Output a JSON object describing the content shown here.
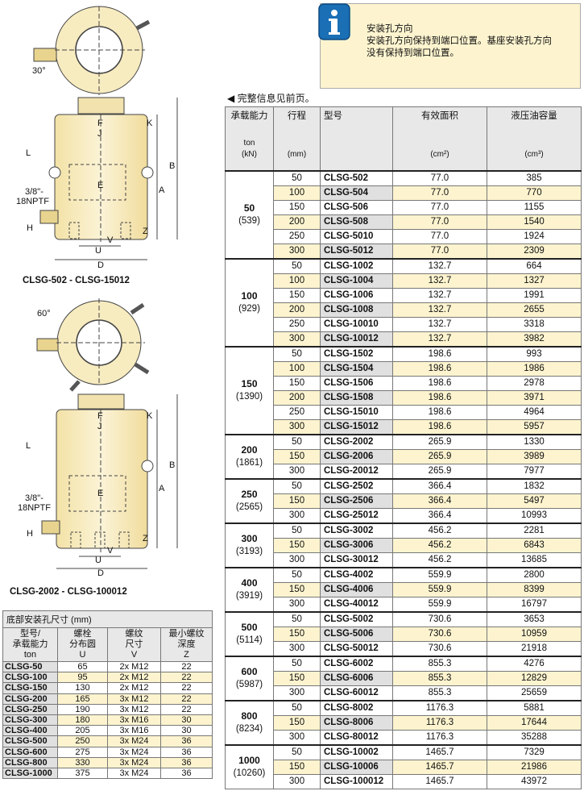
{
  "info": {
    "title": "安装孔方向",
    "line1": "安装孔方向保持到端口位置。基座安装孔方向",
    "line2": "没有保持到端口位置。"
  },
  "note": "◀ 完整信息见前页。",
  "drawings": {
    "top": {
      "angle": "30°",
      "port": "3/8\"-",
      "port2": "18NPTF",
      "caption": "CLSG-502 - CLSG-15012"
    },
    "bottom": {
      "angle": "60°",
      "port": "3/8\"-",
      "port2": "18NPTF",
      "caption": "CLSG-2002 - CLSG-100012"
    },
    "dims": {
      "F": "F",
      "J": "J",
      "K": "K",
      "L": "L",
      "B": "B",
      "A": "A",
      "E": "E",
      "H": "H",
      "Z": "Z",
      "V": "V",
      "U": "U",
      "D": "D"
    }
  },
  "main_table": {
    "headers": {
      "capacity": "承载能力",
      "capacity_unit1": "ton",
      "capacity_unit2": "(kN)",
      "stroke": "行程",
      "stroke_unit": "(mm)",
      "model": "型号",
      "area": "有效面积",
      "area_unit": "(cm²)",
      "oil": "液压油容量",
      "oil_unit": "(cm³)"
    },
    "groups": [
      {
        "ton": "50",
        "kn": "(539)",
        "rows": [
          {
            "stroke": "50",
            "model": "CLSG-502",
            "area": "77.0",
            "oil": "385"
          },
          {
            "stroke": "100",
            "model": "CLSG-504",
            "area": "77.0",
            "oil": "770"
          },
          {
            "stroke": "150",
            "model": "CLSG-506",
            "area": "77.0",
            "oil": "1155"
          },
          {
            "stroke": "200",
            "model": "CLSG-508",
            "area": "77.0",
            "oil": "1540"
          },
          {
            "stroke": "250",
            "model": "CLSG-5010",
            "area": "77.0",
            "oil": "1924"
          },
          {
            "stroke": "300",
            "model": "CLSG-5012",
            "area": "77.0",
            "oil": "2309"
          }
        ]
      },
      {
        "ton": "100",
        "kn": "(929)",
        "rows": [
          {
            "stroke": "50",
            "model": "CLSG-1002",
            "area": "132.7",
            "oil": "664"
          },
          {
            "stroke": "100",
            "model": "CLSG-1004",
            "area": "132.7",
            "oil": "1327"
          },
          {
            "stroke": "150",
            "model": "CLSG-1006",
            "area": "132.7",
            "oil": "1991"
          },
          {
            "stroke": "200",
            "model": "CLSG-1008",
            "area": "132.7",
            "oil": "2655"
          },
          {
            "stroke": "250",
            "model": "CLSG-10010",
            "area": "132.7",
            "oil": "3318"
          },
          {
            "stroke": "300",
            "model": "CLSG-10012",
            "area": "132.7",
            "oil": "3982"
          }
        ]
      },
      {
        "ton": "150",
        "kn": "(1390)",
        "rows": [
          {
            "stroke": "50",
            "model": "CLSG-1502",
            "area": "198.6",
            "oil": "993"
          },
          {
            "stroke": "100",
            "model": "CLSG-1504",
            "area": "198.6",
            "oil": "1986"
          },
          {
            "stroke": "150",
            "model": "CLSG-1506",
            "area": "198.6",
            "oil": "2978"
          },
          {
            "stroke": "200",
            "model": "CLSG-1508",
            "area": "198.6",
            "oil": "3971"
          },
          {
            "stroke": "250",
            "model": "CLSG-15010",
            "area": "198.6",
            "oil": "4964"
          },
          {
            "stroke": "300",
            "model": "CLSG-15012",
            "area": "198.6",
            "oil": "5957"
          }
        ]
      },
      {
        "ton": "200",
        "kn": "(1861)",
        "rows": [
          {
            "stroke": "50",
            "model": "CLSG-2002",
            "area": "265.9",
            "oil": "1330"
          },
          {
            "stroke": "150",
            "model": "CLSG-2006",
            "area": "265.9",
            "oil": "3989"
          },
          {
            "stroke": "300",
            "model": "CLSG-20012",
            "area": "265.9",
            "oil": "7977"
          }
        ]
      },
      {
        "ton": "250",
        "kn": "(2565)",
        "rows": [
          {
            "stroke": "50",
            "model": "CLSG-2502",
            "area": "366.4",
            "oil": "1832"
          },
          {
            "stroke": "150",
            "model": "CLSG-2506",
            "area": "366.4",
            "oil": "5497"
          },
          {
            "stroke": "300",
            "model": "CLSG-25012",
            "area": "366.4",
            "oil": "10993"
          }
        ]
      },
      {
        "ton": "300",
        "kn": "(3193)",
        "rows": [
          {
            "stroke": "50",
            "model": "CLSG-3002",
            "area": "456.2",
            "oil": "2281"
          },
          {
            "stroke": "150",
            "model": "CLSG-3006",
            "area": "456.2",
            "oil": "6843"
          },
          {
            "stroke": "300",
            "model": "CLSG-30012",
            "area": "456.2",
            "oil": "13685"
          }
        ]
      },
      {
        "ton": "400",
        "kn": "(3919)",
        "rows": [
          {
            "stroke": "50",
            "model": "CLSG-4002",
            "area": "559.9",
            "oil": "2800"
          },
          {
            "stroke": "150",
            "model": "CLSG-4006",
            "area": "559.9",
            "oil": "8399"
          },
          {
            "stroke": "300",
            "model": "CLSG-40012",
            "area": "559.9",
            "oil": "16797"
          }
        ]
      },
      {
        "ton": "500",
        "kn": "(5114)",
        "rows": [
          {
            "stroke": "50",
            "model": "CLSG-5002",
            "area": "730.6",
            "oil": "3653"
          },
          {
            "stroke": "150",
            "model": "CLSG-5006",
            "area": "730.6",
            "oil": "10959"
          },
          {
            "stroke": "300",
            "model": "CLSG-50012",
            "area": "730.6",
            "oil": "21918"
          }
        ]
      },
      {
        "ton": "600",
        "kn": "(5987)",
        "rows": [
          {
            "stroke": "50",
            "model": "CLSG-6002",
            "area": "855.3",
            "oil": "4276"
          },
          {
            "stroke": "150",
            "model": "CLSG-6006",
            "area": "855.3",
            "oil": "12829"
          },
          {
            "stroke": "300",
            "model": "CLSG-60012",
            "area": "855.3",
            "oil": "25659"
          }
        ]
      },
      {
        "ton": "800",
        "kn": "(8234)",
        "rows": [
          {
            "stroke": "50",
            "model": "CLSG-8002",
            "area": "1176.3",
            "oil": "5881"
          },
          {
            "stroke": "150",
            "model": "CLSG-8006",
            "area": "1176.3",
            "oil": "17644"
          },
          {
            "stroke": "300",
            "model": "CLSG-80012",
            "area": "1176.3",
            "oil": "35288"
          }
        ]
      },
      {
        "ton": "1000",
        "kn": "(10260)",
        "rows": [
          {
            "stroke": "50",
            "model": "CLSG-10002",
            "area": "1465.7",
            "oil": "7329"
          },
          {
            "stroke": "150",
            "model": "CLSG-10006",
            "area": "1465.7",
            "oil": "21986"
          },
          {
            "stroke": "300",
            "model": "CLSG-100012",
            "area": "1465.7",
            "oil": "43972"
          }
        ]
      }
    ]
  },
  "base_table": {
    "title": "底部安装孔尺寸 (mm)",
    "headers": [
      {
        "l1": "型号/",
        "l2": "承载能力",
        "l3": "ton"
      },
      {
        "l1": "螺栓",
        "l2": "分布圆",
        "l3": "U"
      },
      {
        "l1": "螺纹",
        "l2": "尺寸",
        "l3": "V"
      },
      {
        "l1": "最小螺纹",
        "l2": "深度",
        "l3": "Z"
      }
    ],
    "rows": [
      {
        "model": "CLSG-50",
        "u": "65",
        "v": "2x M12",
        "z": "22"
      },
      {
        "model": "CLSG-100",
        "u": "95",
        "v": "2x M12",
        "z": "22"
      },
      {
        "model": "CLSG-150",
        "u": "130",
        "v": "2x M12",
        "z": "22"
      },
      {
        "model": "CLSG-200",
        "u": "165",
        "v": "3x M12",
        "z": "22"
      },
      {
        "model": "CLSG-250",
        "u": "190",
        "v": "3x M12",
        "z": "22"
      },
      {
        "model": "CLSG-300",
        "u": "180",
        "v": "3x M16",
        "z": "30"
      },
      {
        "model": "CLSG-400",
        "u": "205",
        "v": "3x M16",
        "z": "30"
      },
      {
        "model": "CLSG-500",
        "u": "250",
        "v": "3x M24",
        "z": "36"
      },
      {
        "model": "CLSG-600",
        "u": "275",
        "v": "3x M24",
        "z": "36"
      },
      {
        "model": "CLSG-800",
        "u": "330",
        "v": "3x M24",
        "z": "36"
      },
      {
        "model": "CLSG-1000",
        "u": "375",
        "v": "3x M24",
        "z": "36"
      }
    ]
  },
  "colors": {
    "highlight": "#fdf4cf",
    "header": "#e8e8e8",
    "info_blue": "#1a6fb5",
    "cylinder": "#f7ebc0"
  }
}
